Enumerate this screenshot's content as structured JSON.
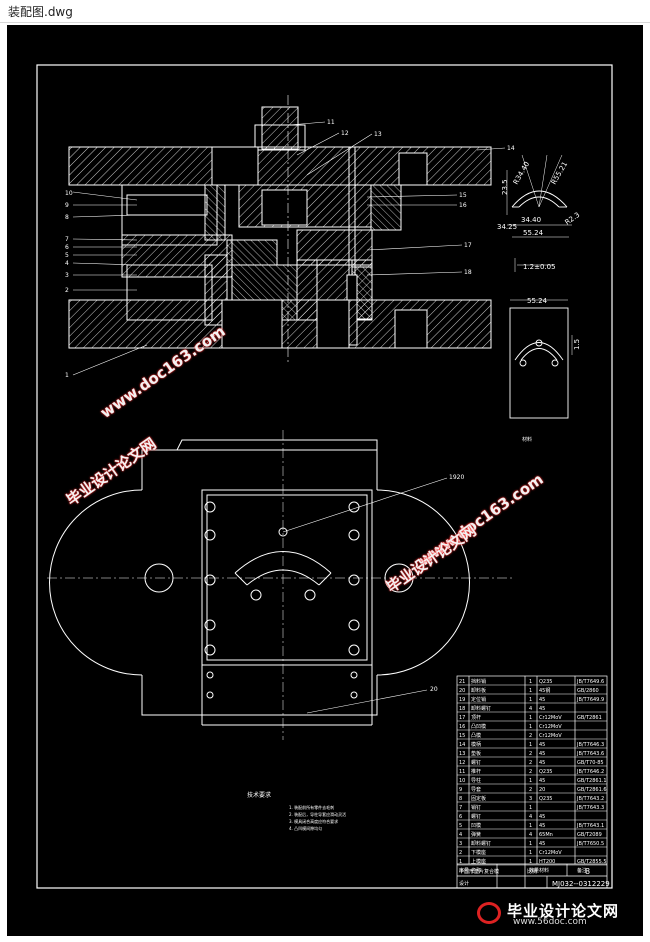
{
  "window": {
    "title": "装配图.dwg"
  },
  "colors": {
    "background": "#000000",
    "line": "#ffffff",
    "watermark_glow": "#ff3333",
    "logo_accent": "#dd2222"
  },
  "drawing": {
    "part_labels_left": [
      "10",
      "9",
      "8",
      "7",
      "6",
      "5",
      "4",
      "3",
      "2",
      "1"
    ],
    "part_labels_top": [
      "11",
      "12",
      "13",
      "14",
      "15",
      "16",
      "17",
      "18"
    ],
    "bottom_label": "20",
    "detail_label": "1920",
    "dims": {
      "d1": "55.24",
      "d2": "34.25",
      "d3": "34.40",
      "d4": "55.24",
      "d5": "1.2±0.05",
      "d6": "1.5",
      "d7": "23.5",
      "d8": "R2.3",
      "d9": "R34.40",
      "d10": "R55.21"
    },
    "notes_title": "技术要求",
    "notes": [
      "1. 装配前所有零件去毛刺",
      "2. 装配后，导柱导套应滑动灵活",
      "3. 模具闭合高度应符合要求",
      "4. 凸凹模间隙均匀"
    ],
    "section_note": "材料"
  },
  "bom": {
    "rows": [
      [
        "21",
        "挡料销",
        "1",
        "Q235",
        "JB/T7649.6"
      ],
      [
        "20",
        "卸料板",
        "1",
        "45钢",
        "GB/2860"
      ],
      [
        "19",
        "定位销",
        "1",
        "45",
        "JB/T7649.9"
      ],
      [
        "18",
        "卸料螺钉",
        "4",
        "45",
        ""
      ],
      [
        "17",
        "顶杆",
        "1",
        "Cr12MoV",
        "GB/T2861"
      ],
      [
        "16",
        "凸凹模",
        "1",
        "Cr12MoV",
        ""
      ],
      [
        "15",
        "凸模",
        "2",
        "Cr12MoV",
        ""
      ],
      [
        "14",
        "模柄",
        "1",
        "45",
        "JB/T7646.3"
      ],
      [
        "13",
        "垫板",
        "2",
        "45",
        "JB/T7643.6"
      ],
      [
        "12",
        "螺钉",
        "2",
        "45",
        "GB/T70-85"
      ],
      [
        "11",
        "推杆",
        "2",
        "Q235",
        "JB/T7646.2"
      ],
      [
        "10",
        "导柱",
        "1",
        "45",
        "GB/T2861.1"
      ],
      [
        "9",
        "导套",
        "2",
        "20",
        "GB/T2861.6"
      ],
      [
        "8",
        "固定板",
        "3",
        "Q235",
        "JB/T7643.2"
      ],
      [
        "7",
        "销钉",
        "1",
        "",
        "JB/T7643.3"
      ],
      [
        "6",
        "螺钉",
        "4",
        "45",
        ""
      ],
      [
        "5",
        "凹模",
        "1",
        "45",
        "JB/T7643.1"
      ],
      [
        "4",
        "弹簧",
        "4",
        "65Mn",
        "GB/T2089"
      ],
      [
        "3",
        "卸料螺钉",
        "1",
        "45",
        "JB/T7650.5"
      ],
      [
        "2",
        "下模座",
        "1",
        "Cr12MoV",
        ""
      ],
      [
        "1",
        "上模座",
        "1",
        "HT200",
        "GB/T2855.5"
      ]
    ],
    "header": [
      "序号",
      "名称",
      "数量",
      "材料",
      "备注"
    ],
    "title_block": {
      "drawing_name": "半圆形垫片复合模",
      "scale_label": "比例",
      "sheet": "共 张",
      "drawing_no": "MJ032--0312229",
      "designer": "设计",
      "school": "",
      "size": "8"
    }
  },
  "watermarks": {
    "site": "www.doc163.com",
    "cn": "毕业设计论文网"
  },
  "logo": {
    "text": "毕业设计论文网",
    "url": "www.56doc.com"
  }
}
